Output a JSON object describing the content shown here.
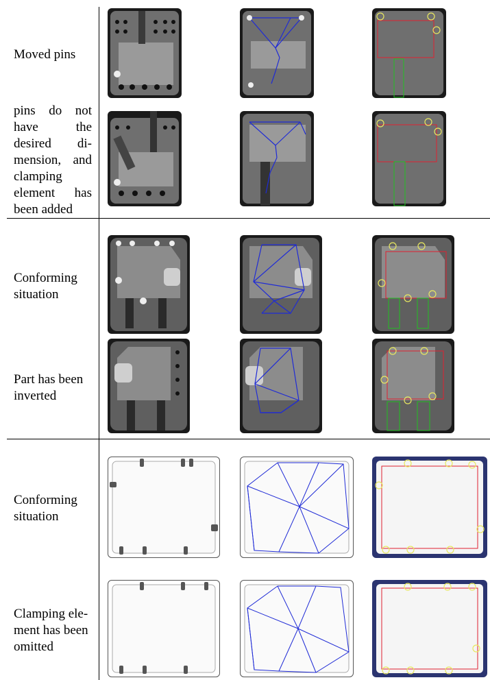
{
  "rows": [
    {
      "label_lines": [
        "Moved pins"
      ]
    },
    {
      "label_lines": [
        "pins do not",
        "have the",
        "desired di-",
        "mension, and",
        "clamping",
        "element has",
        "been added"
      ]
    },
    {
      "label_lines": [
        "Conforming",
        "situation"
      ]
    },
    {
      "label_lines": [
        "Part has been",
        "inverted"
      ]
    },
    {
      "label_lines": [
        "Conforming",
        "situation"
      ]
    },
    {
      "label_lines": [
        "Clamping ele-",
        "ment has been",
        "omitted"
      ]
    }
  ],
  "colors": {
    "detection_lines": "#1f2bd6",
    "bounding_box": "#e02030",
    "pin_highlight": "#e8e860",
    "clamp_highlight": "#20c020"
  }
}
